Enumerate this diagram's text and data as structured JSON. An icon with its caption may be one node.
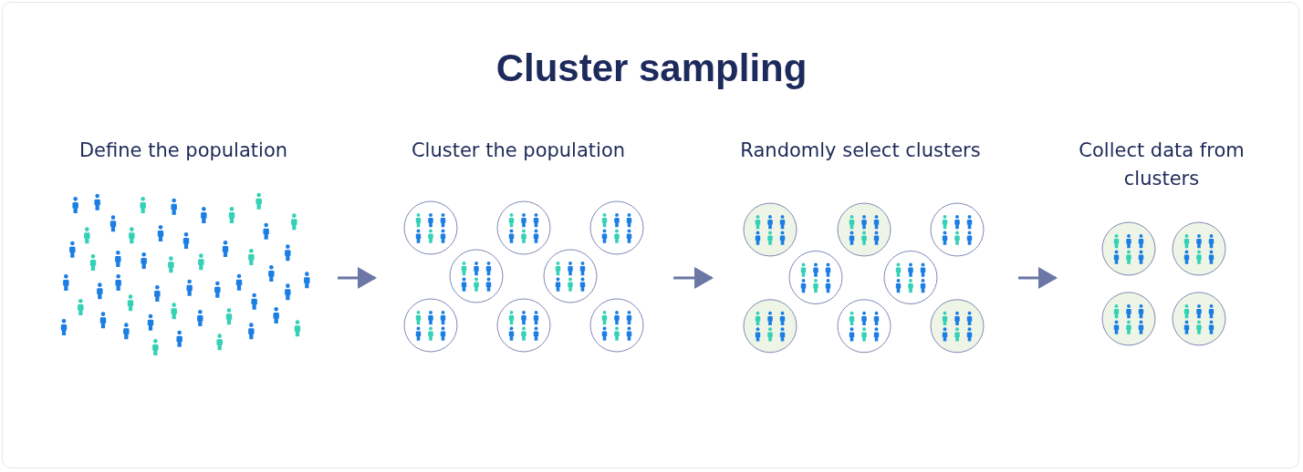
{
  "diagram": {
    "title": "Cluster sampling",
    "nodes": [
      {
        "text": [
          "Define the population"
        ]
      },
      {
        "text": [
          "Cluster the population"
        ]
      },
      {
        "text": [
          "Randomly select clusters"
        ]
      },
      {
        "text": [
          "Collect data from clusters"
        ]
      }
    ],
    "edges": [
      {
        "from": 0,
        "to": 1,
        "arrow": "to"
      },
      {
        "from": 1,
        "to": 2,
        "arrow": "to"
      },
      {
        "from": 2,
        "to": 3,
        "arrow": "to"
      }
    ]
  }
}
